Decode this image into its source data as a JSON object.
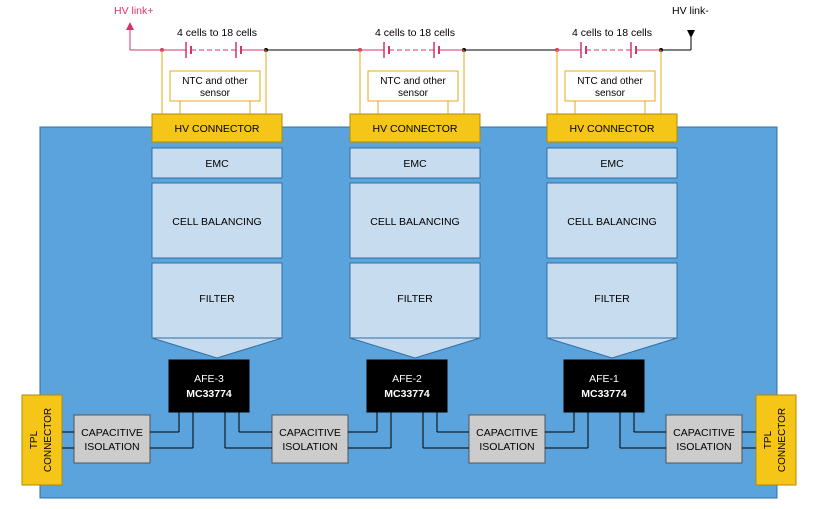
{
  "hv_link_plus": "HV link+",
  "hv_link_minus": "HV link-",
  "colors": {
    "board": "#5ba3dc",
    "board_stroke": "#2f6fa6",
    "block_fill": "#c7dcef",
    "block_stroke": "#2f6fa6",
    "connector": "#f5c518",
    "afe": "#000000",
    "isolation": "#cccccc",
    "hv_wire": "#d6336c",
    "sensor_wire": "#e6a817"
  },
  "modules": [
    {
      "cells_label": "4 cells to 18 cells",
      "sensor_line1": "NTC and other",
      "sensor_line2": "sensor",
      "connector": "HV CONNECTOR",
      "emc": "EMC",
      "balancing": "CELL BALANCING",
      "filter": "FILTER",
      "afe_name": "AFE-3",
      "afe_part": "MC33774"
    },
    {
      "cells_label": "4 cells to 18 cells",
      "sensor_line1": "NTC and other",
      "sensor_line2": "sensor",
      "connector": "HV CONNECTOR",
      "emc": "EMC",
      "balancing": "CELL BALANCING",
      "filter": "FILTER",
      "afe_name": "AFE-2",
      "afe_part": "MC33774"
    },
    {
      "cells_label": "4 cells to 18 cells",
      "sensor_line1": "NTC and other",
      "sensor_line2": "sensor",
      "connector": "HV CONNECTOR",
      "emc": "EMC",
      "balancing": "CELL BALANCING",
      "filter": "FILTER",
      "afe_name": "AFE-1",
      "afe_part": "MC33774"
    }
  ],
  "isolations": [
    {
      "line1": "CAPACITIVE",
      "line2": "ISOLATION"
    },
    {
      "line1": "CAPACITIVE",
      "line2": "ISOLATION"
    },
    {
      "line1": "CAPACITIVE",
      "line2": "ISOLATION"
    },
    {
      "line1": "CAPACITIVE",
      "line2": "ISOLATION"
    }
  ],
  "tpl_left": {
    "line1": "TPL",
    "line2": "CONNECTOR"
  },
  "tpl_right": {
    "line1": "TPL",
    "line2": "CONNECTOR"
  }
}
